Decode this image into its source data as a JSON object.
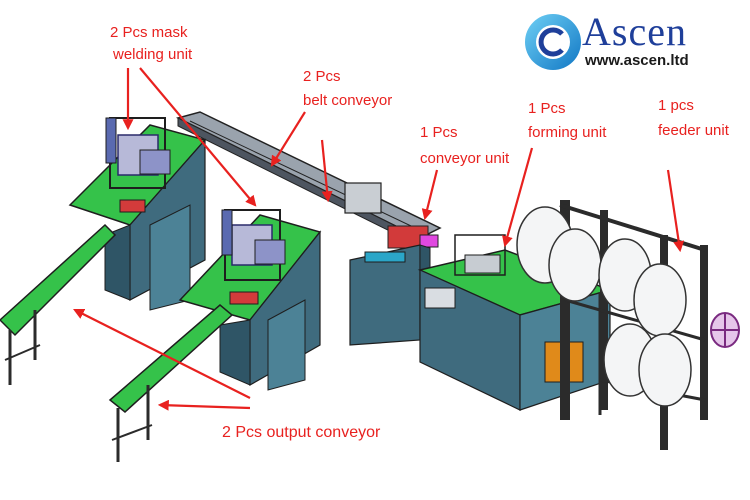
{
  "brand": {
    "name": "Ascen",
    "url": "www.ascen.ltd",
    "color": "#1f3f9a"
  },
  "labels": {
    "welding": [
      "2 Pcs mask",
      "welding unit"
    ],
    "belt": [
      "2 Pcs",
      "belt conveyor"
    ],
    "conveyor": [
      "1 Pcs",
      "conveyor unit"
    ],
    "forming": [
      "1 Pcs",
      "forming unit"
    ],
    "feeder": [
      "1 pcs",
      "feeder unit"
    ],
    "output": "2 Pcs output conveyor"
  },
  "colors": {
    "annotation": "#e8211f",
    "machine_green": "#35c24a",
    "cabinet": "#3f6b7e",
    "frame": "#2b2b2b",
    "logo_ring": "#1aa6e0"
  }
}
